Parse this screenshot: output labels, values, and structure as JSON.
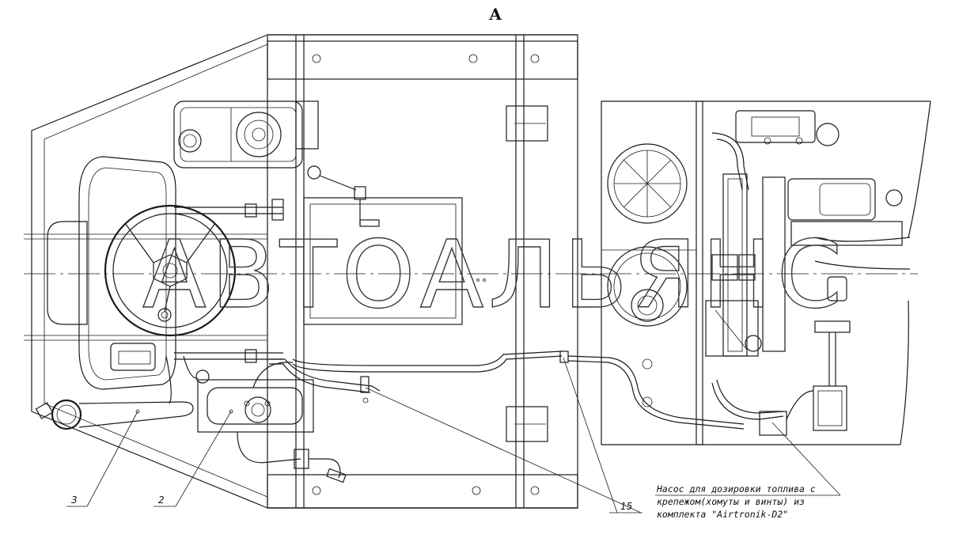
{
  "drawing": {
    "view_label": "А",
    "callouts": {
      "c3": "3",
      "c2": "2",
      "c15": "15"
    },
    "note_lines": [
      "Насос для дозировки топлива с",
      "крепежом(хомуты и винты) из",
      "комплекта \"Airtronik-D2\""
    ],
    "watermark": "АВТОАЛЬЯНС"
  }
}
